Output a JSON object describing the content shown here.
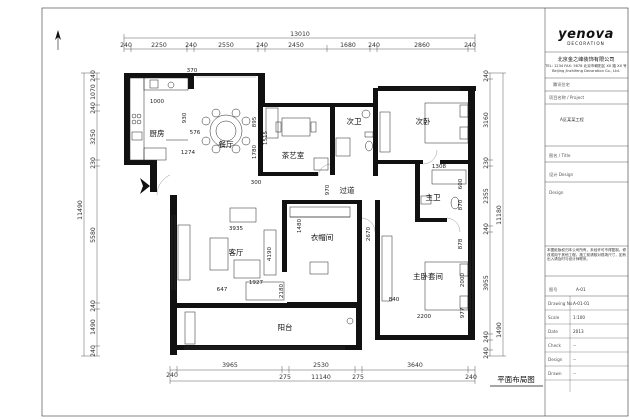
{
  "plan_title": "平面布局图",
  "overall_dims": {
    "top_total": "13010",
    "bottom_total": "11140",
    "left_total": "11490",
    "right_total": "11180"
  },
  "top_dims": [
    "240",
    "2250",
    "240",
    "2550",
    "240",
    "2450",
    "1680",
    "240",
    "2860",
    "240"
  ],
  "bottom_dims": [
    "240",
    "3965",
    "275",
    "2530",
    "275",
    "3640",
    "240"
  ],
  "left_dims": [
    "240",
    "1070",
    "240",
    "3250",
    "230",
    "5580",
    "240",
    "1490",
    "240"
  ],
  "right_dims": [
    "240",
    "3160",
    "230",
    "2355",
    "240",
    "3955",
    "240",
    "1490",
    "240"
  ],
  "rooms": {
    "kitchen": "厨房",
    "dining": "餐厅",
    "tea_room": "茶艺室",
    "second_bath": "次卫",
    "second_bedroom": "次卧",
    "corridor": "过道",
    "master_bath": "主卫",
    "living": "客厅",
    "cloakroom": "衣帽间",
    "master_suite": "主卧套间",
    "balcony": "阳台"
  },
  "inner_dims": {
    "kitchen_top": "370",
    "kitchen_w": "1000",
    "kitchen_930": "930",
    "kitchen_576": "576",
    "dining_1274": "1274",
    "tea_895": "895",
    "tea_300": "300",
    "corridor_970": "970",
    "bath_1308": "1308",
    "bath_600": "600",
    "bath_870": "870",
    "bath_878": "878",
    "living_3935": "3935",
    "living_4190": "4190",
    "living_1927": "1927",
    "living_647": "647",
    "living_2180": "2180",
    "cloak_1480": "1480",
    "cloak_2670": "2670",
    "master_2000": "2000",
    "master_977": "977",
    "master_840": "840",
    "master_2200": "2200",
    "tea_1515": "1515",
    "tea_1780": "1780"
  },
  "title_block": {
    "logo": "yenova",
    "logo_sub": "DECORATION",
    "company_cn": "北京金之峰装饰有限公司",
    "company_lines": [
      "TEL: 1234  FAX: 5678  北京市朝阳区 XX 路 XX 号",
      "Beijing Jinzhifeng Decoration Co., Ltd."
    ],
    "client_label": "腾讯住宅",
    "field1": "项目名称 / Project",
    "field2": "A区某某工程",
    "field3": "图名 / Title",
    "field4": "设计 Design",
    "field5": "Design",
    "note_block": "本图纸版权归本公司所有，未经许可不得复制、修改或用于其他工程。施工前请核对现场尺寸，如有出入请及时与设计师联系。",
    "plan_no_label": "图号",
    "plan_no": "A-01",
    "rows": [
      {
        "label": "Drawing No.",
        "value": "A-01-01"
      },
      {
        "label": "Scale",
        "value": "1:100"
      },
      {
        "label": "Date",
        "value": "2013"
      },
      {
        "label": "Check",
        "value": "--"
      },
      {
        "label": "Design",
        "value": "--"
      },
      {
        "label": "Drawn",
        "value": "--"
      }
    ]
  },
  "entry_arrow": "entrance"
}
